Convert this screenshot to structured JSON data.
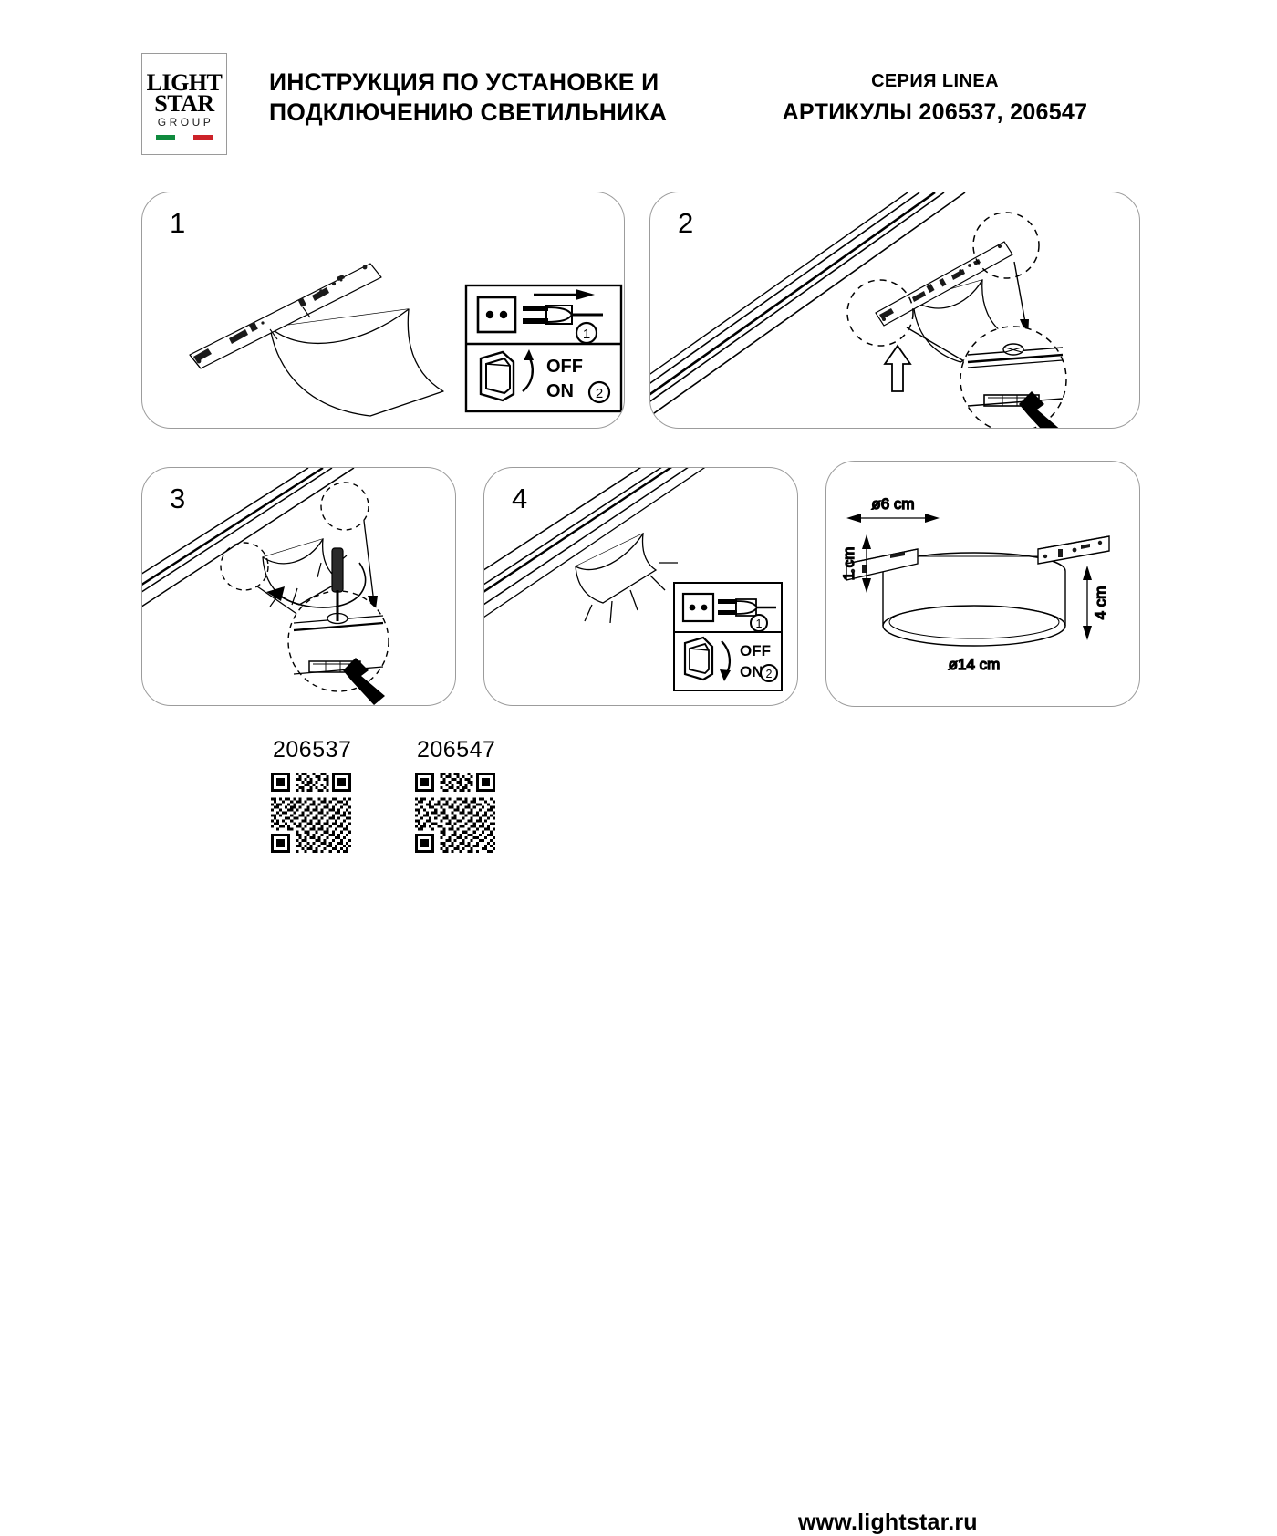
{
  "document": {
    "title_line_1": "ИНСТРУКЦИЯ ПО УСТАНОВКЕ И",
    "title_line_2": "ПОДКЛЮЧЕНИЮ СВЕТИЛЬНИКА",
    "series_line": "СЕРИЯ LINEA",
    "article_line": "АРТИКУЛЫ 206537, 206547"
  },
  "logo": {
    "word_1": "LIGHT",
    "word_2": "STAR",
    "word_3": "GROUP",
    "flag_colors": [
      "#0f8a3d",
      "#ffffff",
      "#cc2229"
    ]
  },
  "panels": [
    {
      "number": "1",
      "name": "panel-prepare-fixture",
      "description": "Светильник с монтажным адаптером",
      "has_power_icon": true,
      "power_icon": {
        "plug_arrow": true,
        "badge_1": "1",
        "switch_off": "OFF",
        "switch_on": "ON",
        "badge_2": "2",
        "switch_direction": "off"
      }
    },
    {
      "number": "2",
      "name": "panel-insert-into-track",
      "description": "Установка светильника в шинопровод",
      "has_power_icon": false
    },
    {
      "number": "3",
      "name": "panel-fasten-screw",
      "description": "Фиксация светильника отверткой",
      "has_power_icon": false
    },
    {
      "number": "4",
      "name": "panel-switch-on",
      "description": "Включение питания светильника",
      "has_power_icon": true,
      "power_icon": {
        "plug_arrow": false,
        "badge_1": "1",
        "switch_off": "OFF",
        "switch_on": "ON",
        "badge_2": "2",
        "switch_direction": "on"
      }
    }
  ],
  "dimensions": {
    "name": "panel-dimensions",
    "bracket_width": "ø6 cm",
    "bracket_height": "1 cm",
    "body_height": "4 cm",
    "body_diameter": "ø14 cm"
  },
  "footer": {
    "qr_codes": [
      {
        "label": "206537"
      },
      {
        "label": "206547"
      }
    ],
    "website": "www.lightstar.ru"
  }
}
